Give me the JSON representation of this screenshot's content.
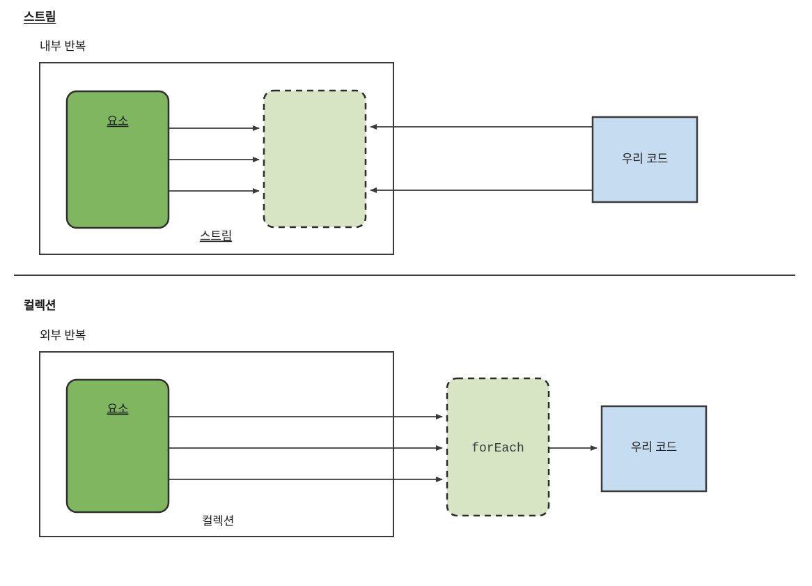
{
  "page": {
    "background": "#ffffff",
    "divider_color": "#3a3a3a"
  },
  "colors": {
    "solid_green": "#7FB65F",
    "light_green": "#D8E5C5",
    "light_blue": "#C6DCF0",
    "stroke_dark": "#3a3a3a",
    "text": "#1a1a1a"
  },
  "sections": [
    {
      "title": "스트림",
      "title_underlined": true,
      "subtitle": "내부 반복",
      "elements_label": "요소",
      "elements_label_underlined": true,
      "container_label": "스트림",
      "container_label_underlined": true,
      "operation_label": "",
      "consumer_label": "우리 코드",
      "arrow_count_in": 3,
      "arrow_count_out": 2,
      "arrow_direction": "inward"
    },
    {
      "title": "컬렉션",
      "title_underlined": false,
      "subtitle": "외부 반복",
      "elements_label": "요소",
      "elements_label_underlined": true,
      "container_label": "컬렉션",
      "container_label_underlined": false,
      "operation_label": "forEach",
      "consumer_label": "우리 코드",
      "arrow_count_in": 3,
      "arrow_count_out": 1,
      "arrow_direction": "outward"
    }
  ]
}
